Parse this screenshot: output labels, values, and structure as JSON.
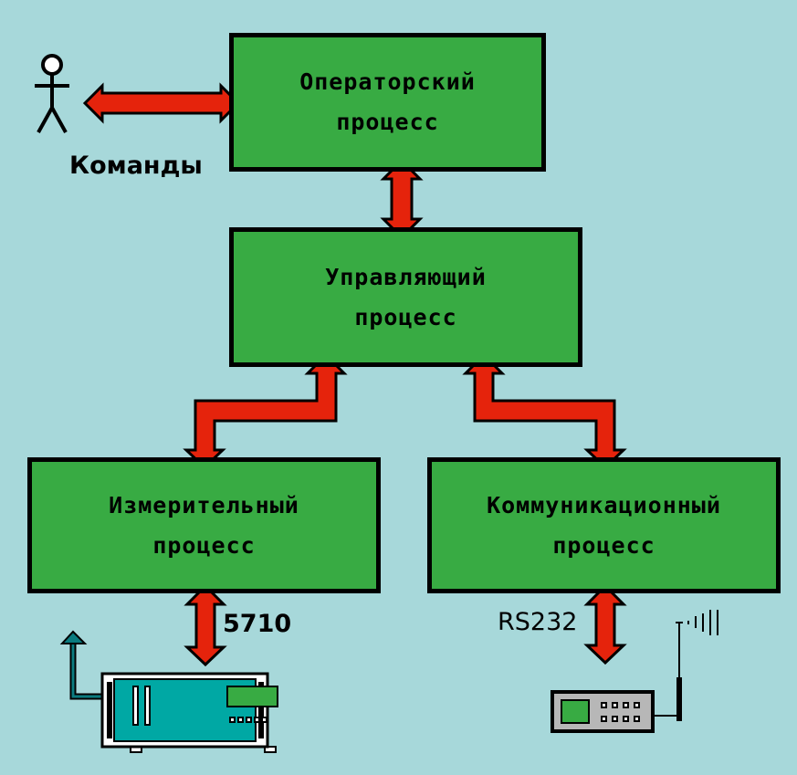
{
  "diagram": {
    "nodes": [
      {
        "id": "operator",
        "line1": "Операторский",
        "line2": "процесс"
      },
      {
        "id": "control",
        "line1": "Управляющий",
        "line2": "процесс"
      },
      {
        "id": "measure",
        "line1": "Измерительный",
        "line2": "процесс"
      },
      {
        "id": "comm",
        "line1": "Коммуникационный",
        "line2": "процесс"
      }
    ],
    "edges": [
      {
        "from": "user",
        "to": "operator",
        "label": "Команды",
        "bidirectional": true
      },
      {
        "from": "operator",
        "to": "control",
        "label": "",
        "bidirectional": true
      },
      {
        "from": "control",
        "to": "measure",
        "label": "",
        "bidirectional": true
      },
      {
        "from": "control",
        "to": "comm",
        "label": "",
        "bidirectional": true
      },
      {
        "from": "measure",
        "to": "instrument",
        "label": "5710",
        "bidirectional": true
      },
      {
        "from": "comm",
        "to": "radio-modem",
        "label": "RS232",
        "bidirectional": true
      }
    ],
    "colors": {
      "background": "#a7d8da",
      "box_fill": "#38ab43",
      "arrow": "#e5230c",
      "instrument_body": "#00a8a4",
      "modem_body": "#b7b7b7"
    }
  }
}
